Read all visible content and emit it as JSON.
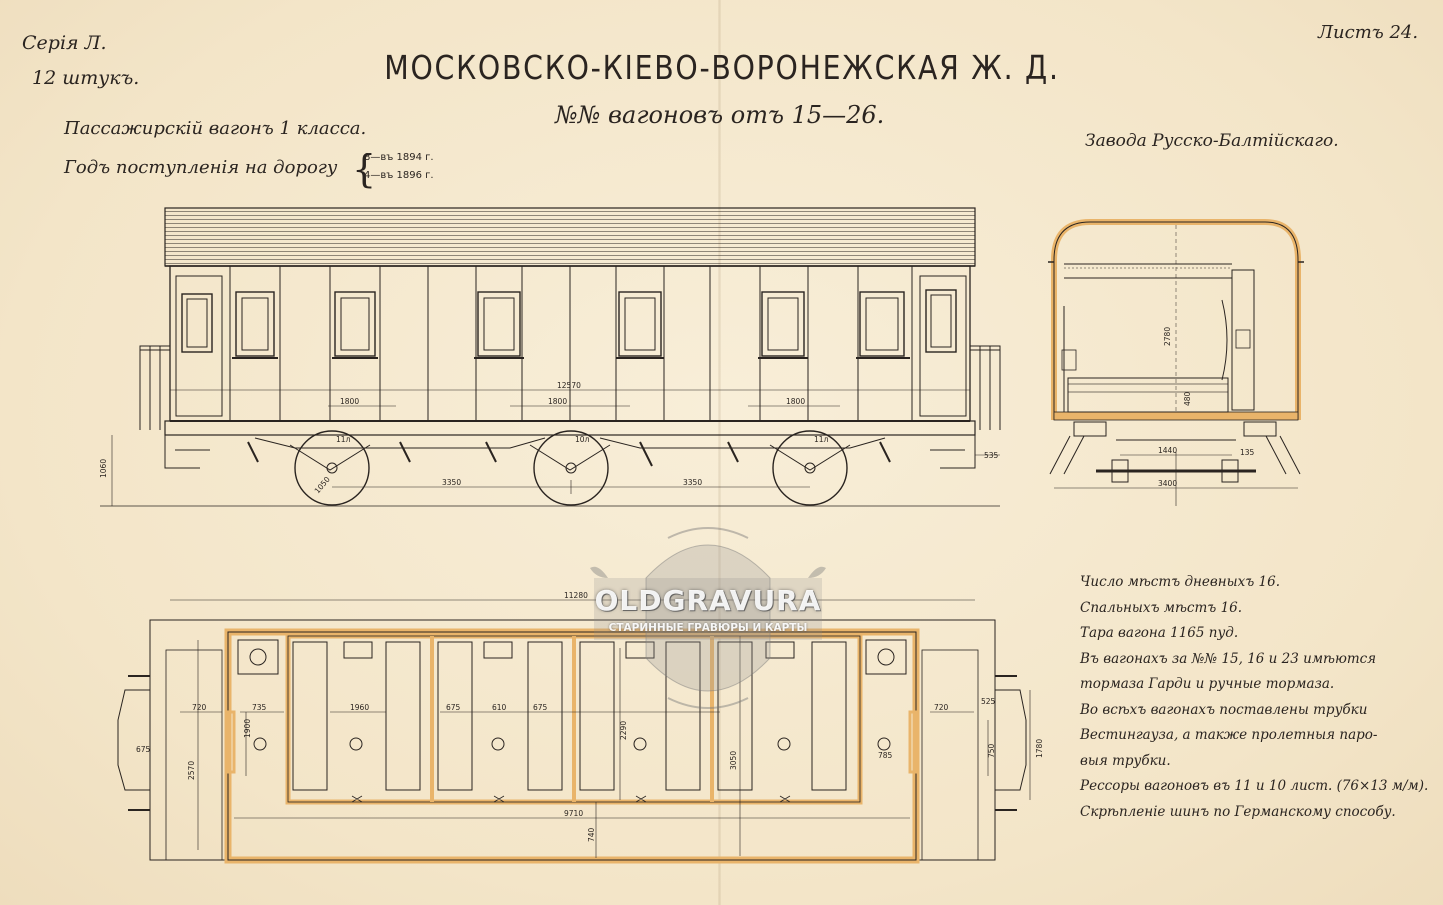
{
  "header": {
    "series": "Серія Л.",
    "count": "12 штукъ.",
    "sheet": "Листъ 24.",
    "title": "МОСКОВСКО-КІЕВО-ВОРОНЕЖСКАЯ Ж. Д.",
    "subtitle": "№№ вагоновъ отъ 15—26."
  },
  "description": {
    "car_type": "Пассажирскій вагонъ 1 класса.",
    "arrival_label": "Годъ поступленія на дорогу",
    "year_line_1": "8—въ 1894 г.",
    "year_line_2": "4—въ 1896 г.",
    "factory": "Завода Русско-Балтійскаго."
  },
  "dimensions": {
    "side_total": "12570",
    "bay_left": "1800",
    "bay_middle": "1800",
    "bay_right": "1800",
    "height_rail": "1060",
    "wheel_diameter": "1050",
    "wheelbase_left": "3350",
    "wheelbase_right": "3350",
    "buffer_offset": "535",
    "springs_1": "11л",
    "springs_2": "10л",
    "springs_3": "11л",
    "section_height": "2780",
    "section_floor": "480",
    "section_gauge": "1440",
    "section_offset": "135",
    "section_width": "3400",
    "plan_overall": "11280",
    "plan_inner": "9710",
    "plan_end_left": "720",
    "plan_end_right": "720",
    "plan_toilet": "735",
    "plan_toilet_w": "1900",
    "plan_compartment": "1960",
    "plan_seat_1": "675",
    "plan_aisle": "610",
    "plan_seat_2": "675",
    "plan_comp_depth": "2290",
    "plan_width_left": "2570",
    "plan_width_mid": "3050",
    "plan_corridor": "740",
    "plan_end_w": "785",
    "plan_buffer_l": "675",
    "plan_buffer_r": "525",
    "plan_door": "750",
    "plan_width_r": "1780"
  },
  "notes": [
    "Число мѣстъ дневныхъ 16.",
    "Спальныхъ мѣстъ 16.",
    "Тара вагона 1165 пуд.",
    "Въ вагонахъ за №№ 15, 16 и 23 имѣются",
    "тормаза Гарди и ручные тормаза.",
    "Во всѣхъ вагонахъ поставлены трубки",
    "Вестингауза, а также пролетныя паро-",
    "выя трубки.",
    "Рессоры вагоновъ въ 11 и 10 лист. (76×13 м/м).",
    "Скрѣпленіе шинъ по Германскому способу."
  ],
  "watermark": {
    "name": "OLDGRAVURA",
    "tagline": "СТАРИННЫЕ ГРАВЮРЫ И КАРТЫ"
  },
  "colors": {
    "paper": "#f6ead2",
    "ink": "#2a2420",
    "wall_section": "#e9b46a"
  }
}
